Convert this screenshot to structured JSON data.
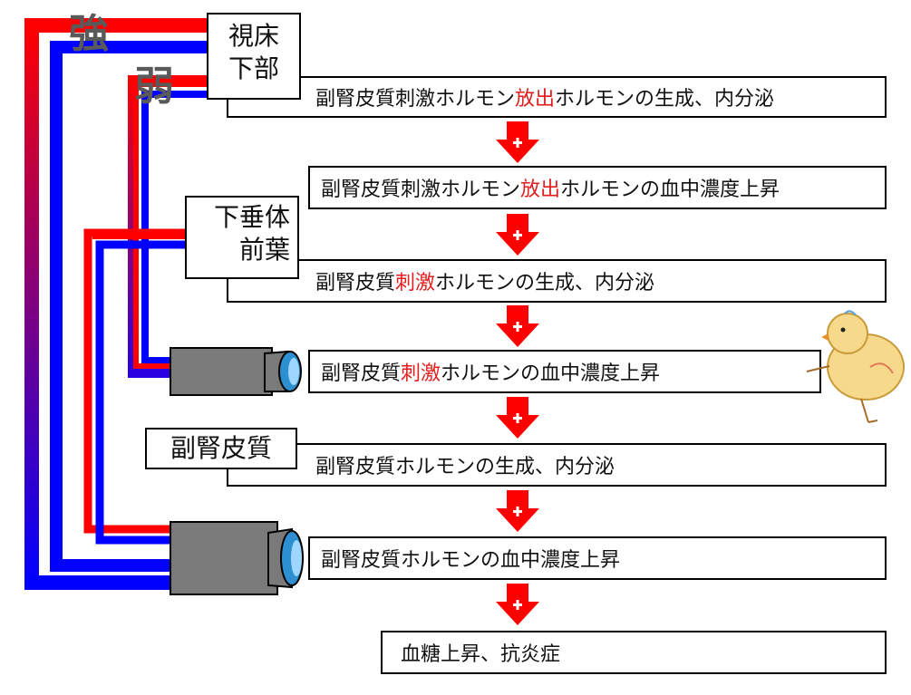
{
  "labels": {
    "strong": "強",
    "weak": "弱"
  },
  "organs": {
    "hypothalamus": [
      "視床",
      "下部"
    ],
    "pituitary": [
      "下垂体",
      "前葉"
    ],
    "adrenal": "副腎皮質"
  },
  "steps": [
    {
      "pre": "副腎皮質刺激ホルモン",
      "hl": "放出",
      "post": "ホルモンの生成、内分泌"
    },
    {
      "pre": "副腎皮質刺激ホルモン",
      "hl": "放出",
      "post": "ホルモンの血中濃度上昇"
    },
    {
      "pre": "副腎皮質",
      "hl": "刺激",
      "post": "ホルモンの生成、内分泌"
    },
    {
      "pre": "副腎皮質",
      "hl": "刺激",
      "post": "ホルモンの血中濃度上昇"
    },
    {
      "pre": "副腎皮質ホルモンの生成、内分泌",
      "hl": "",
      "post": ""
    },
    {
      "pre": "副腎皮質ホルモンの血中濃度上昇",
      "hl": "",
      "post": ""
    },
    {
      "pre": "血糖上昇、抗炎症",
      "hl": "",
      "post": ""
    }
  ],
  "colors": {
    "strong": "#ff0000",
    "weak": "#0000ff",
    "arrow": "#ff0000",
    "sensor": "#808080"
  },
  "icons": [
    "sensor-camera-icon",
    "arrow-down-icon",
    "chick-illustration"
  ]
}
